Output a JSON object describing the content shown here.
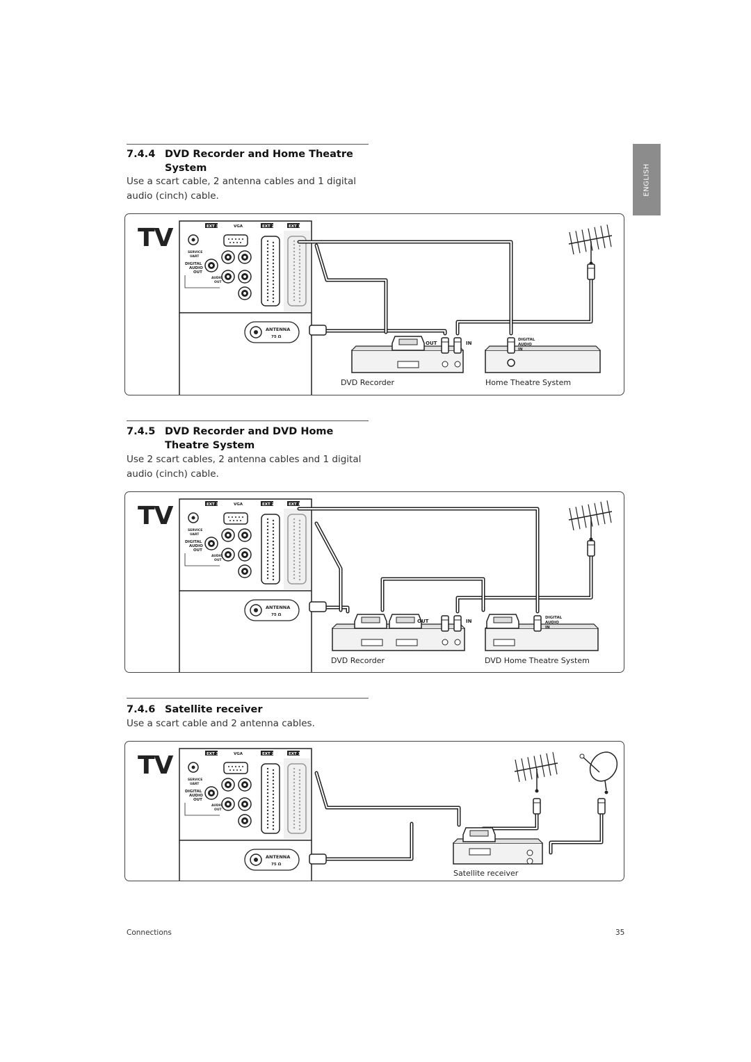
{
  "language_tab": "ENGLISH",
  "sections": [
    {
      "number": "7.4.4",
      "title_line1": "DVD Recorder and Home Theatre",
      "title_line2": "System",
      "description": "Use a scart cable, 2 antenna cables and 1 digital audio (cinch) cable.",
      "device_labels": [
        "DVD Recorder",
        "Home Theatre System"
      ]
    },
    {
      "number": "7.4.5",
      "title_line1": "DVD Recorder and DVD Home",
      "title_line2": "Theatre System",
      "description": "Use 2 scart cables, 2 antenna cables and 1 digital audio (cinch) cable.",
      "device_labels": [
        "DVD Recorder",
        "DVD Home Theatre System"
      ]
    },
    {
      "number": "7.4.6",
      "title_line1": "Satellite receiver",
      "title_line2": "",
      "description": "Use a scart cable and 2 antenna cables.",
      "device_labels": [
        "Satellite receiver"
      ]
    }
  ],
  "diagram_text": {
    "tv": "TV",
    "ext3": "EXT 3",
    "ext2": "EXT 2",
    "ext1": "EXT 1",
    "vga": "VGA",
    "service": "SERVICE",
    "uart": "UART",
    "digital_audio_out": [
      "DIGITAL",
      "AUDIO",
      "OUT"
    ],
    "audio": "AUDIO",
    "out": "OUT",
    "antenna": "ANTENNA",
    "ohm": "75 Ω",
    "out_label": "OUT",
    "in_label": "IN",
    "digital_audio_in": [
      "DIGITAL",
      "AUDIO",
      "IN"
    ]
  },
  "footer": {
    "left": "Connections",
    "page": "35"
  }
}
